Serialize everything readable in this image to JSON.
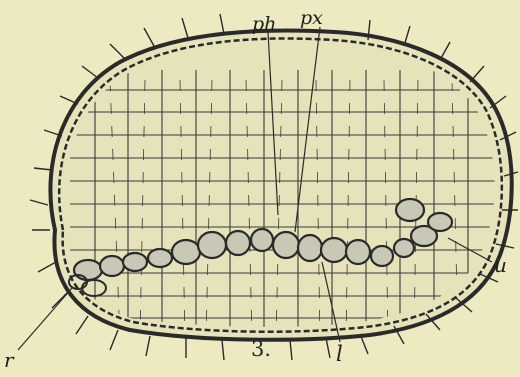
{
  "figure": {
    "number": "3.",
    "labels": {
      "ph": "ph",
      "px": "px",
      "u": "u",
      "r": "r",
      "l": "l"
    },
    "colors": {
      "paper": "#ede9c0",
      "ink": "#2b2b2b",
      "vessel_fill": "#c9c7b5"
    }
  }
}
